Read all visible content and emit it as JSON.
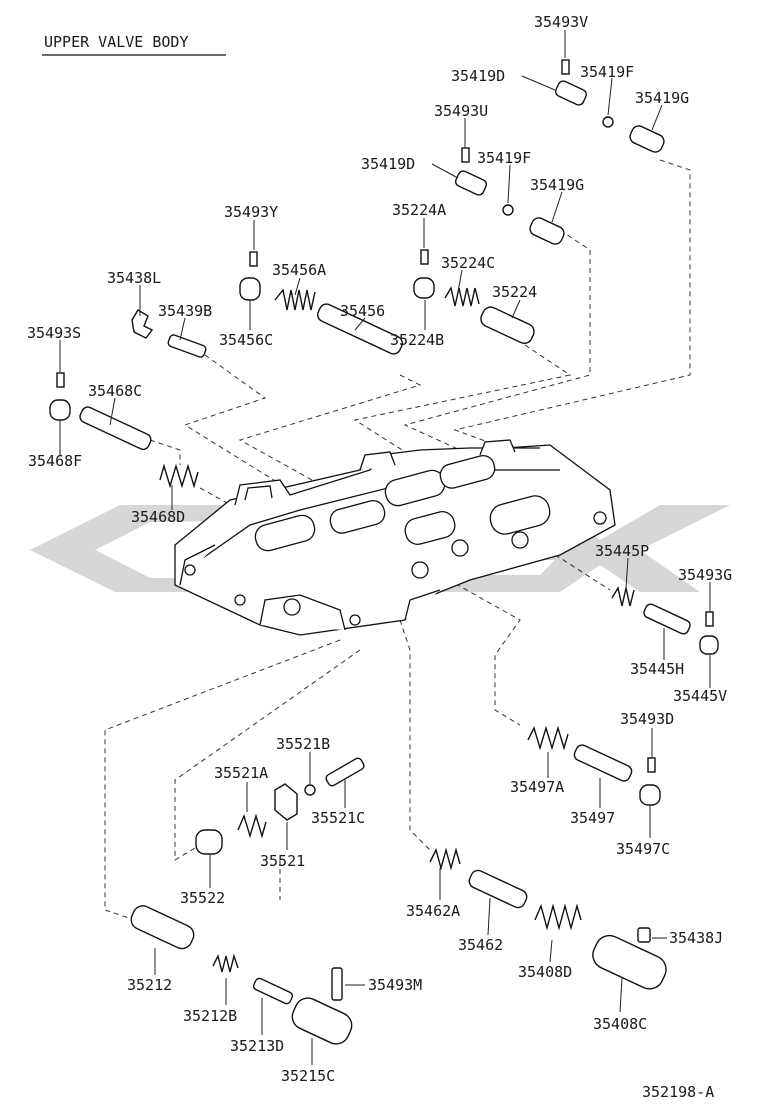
{
  "title": "UPPER VALVE BODY",
  "figure_code": "352198-A",
  "labels": [
    "35493V",
    "35419D",
    "35419F",
    "35419G",
    "35493U",
    "35419D",
    "35419F",
    "35419G",
    "35493Y",
    "35224A",
    "35224C",
    "35224",
    "35438L",
    "35456A",
    "35456",
    "35439B",
    "35456C",
    "35224B",
    "35493S",
    "35468C",
    "35468F",
    "35468D",
    "35445P",
    "35493G",
    "35445H",
    "35445V",
    "35493D",
    "35497A",
    "35497",
    "35497C",
    "35521B",
    "35521A",
    "35521C",
    "35521",
    "35522",
    "35462A",
    "35462",
    "35408D",
    "35438J",
    "35408C",
    "35212",
    "35493M",
    "35212B",
    "35213D",
    "35215C"
  ]
}
